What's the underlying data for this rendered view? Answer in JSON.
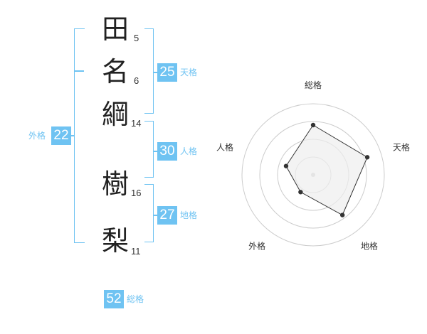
{
  "name": {
    "characters": [
      {
        "char": "田",
        "strokes": "5"
      },
      {
        "char": "名",
        "strokes": "6"
      },
      {
        "char": "綱",
        "strokes": "14"
      },
      {
        "char": "樹",
        "strokes": "16"
      },
      {
        "char": "梨",
        "strokes": "11"
      }
    ]
  },
  "fortunes": {
    "tenkaku": {
      "value": "25",
      "label": "天格"
    },
    "jinkaku": {
      "value": "30",
      "label": "人格"
    },
    "chikaku": {
      "value": "27",
      "label": "地格"
    },
    "gaikaku": {
      "value": "22",
      "label": "外格"
    },
    "soukaku": {
      "value": "52",
      "label": "総格"
    }
  },
  "colors": {
    "accent": "#6fc3f2",
    "chart_fill": "#eeeeee",
    "chart_line": "#333333",
    "grid": "#cccccc"
  },
  "chart_data": {
    "type": "radar",
    "axes": [
      "総格",
      "天格",
      "地格",
      "外格",
      "人格"
    ],
    "values": [
      0.7,
      0.8,
      0.7,
      0.3,
      0.4
    ],
    "rings": 4,
    "range": [
      0,
      1
    ]
  }
}
